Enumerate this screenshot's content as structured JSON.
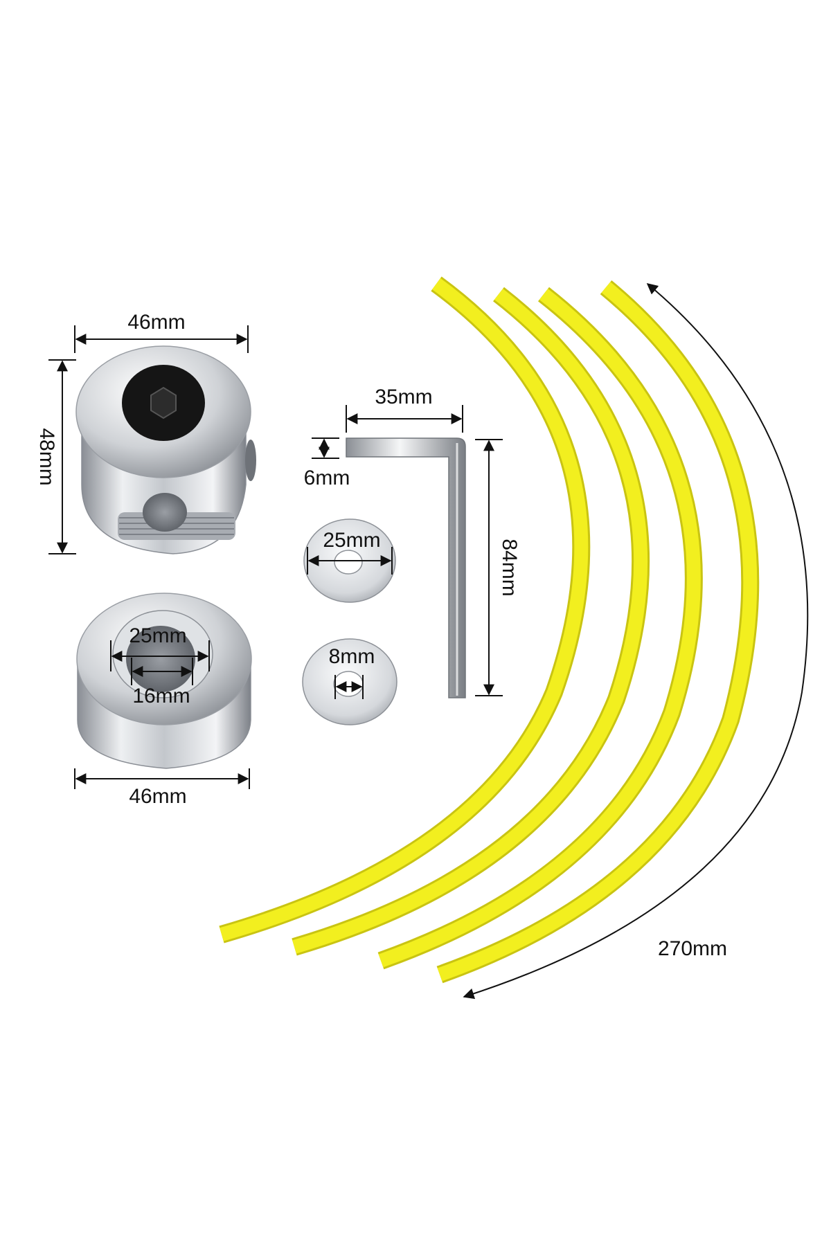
{
  "colors": {
    "background": "#ffffff",
    "aluminium_light": "#eef0f2",
    "aluminium_mid": "#b8bcc2",
    "aluminium_dark": "#7d8188",
    "trimmer_line": "#f2ef1f",
    "trimmer_line_edge": "#c9c412",
    "dimension_ink": "#111111"
  },
  "labels": {
    "cap_width": "46mm",
    "cap_height": "48mm",
    "base_width": "46mm",
    "base_outer_bore": "25mm",
    "base_inner_bore": "16mm",
    "wrench_width": "35mm",
    "wrench_thickness": "6mm",
    "wrench_length": "84mm",
    "washer_large": "25mm",
    "washer_small": "8mm",
    "line_length": "270mm"
  },
  "parts": [
    {
      "name": "aluminium-head-cap",
      "icon": "hex-socket-cap"
    },
    {
      "name": "aluminium-head-base",
      "icon": "threaded-base"
    },
    {
      "name": "hex-key-wrench",
      "icon": "l-shaped-hex-key"
    },
    {
      "name": "large-washer",
      "icon": "flat-washer"
    },
    {
      "name": "small-washer",
      "icon": "flat-washer"
    },
    {
      "name": "trimmer-lines",
      "count": 4
    }
  ]
}
